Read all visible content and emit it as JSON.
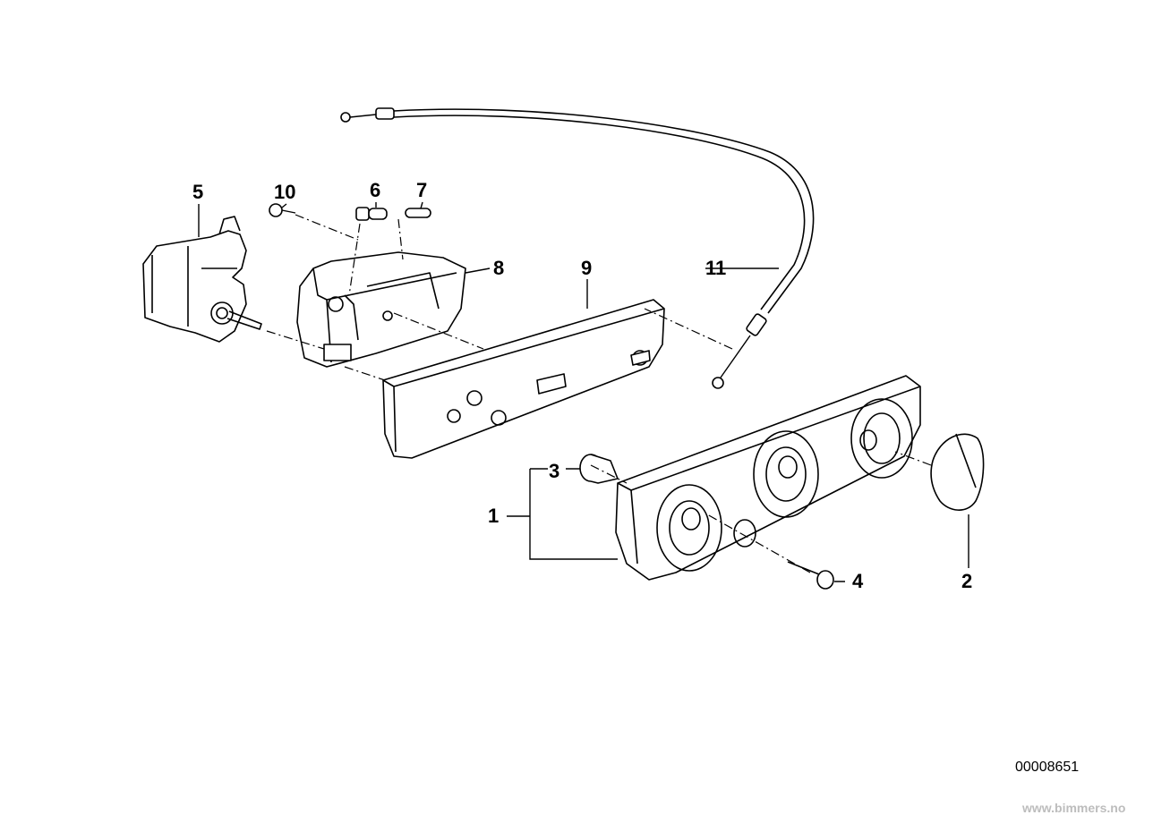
{
  "diagram": {
    "callouts": [
      {
        "id": "1",
        "label": "1"
      },
      {
        "id": "2",
        "label": "2"
      },
      {
        "id": "3",
        "label": "3"
      },
      {
        "id": "4",
        "label": "4"
      },
      {
        "id": "5",
        "label": "5"
      },
      {
        "id": "6",
        "label": "6"
      },
      {
        "id": "7",
        "label": "7"
      },
      {
        "id": "8",
        "label": "8"
      },
      {
        "id": "9",
        "label": "9"
      },
      {
        "id": "10",
        "label": "10"
      },
      {
        "id": "11",
        "label": "11"
      }
    ],
    "reference_number": "00008651",
    "watermark": "www.bimmers.no"
  }
}
